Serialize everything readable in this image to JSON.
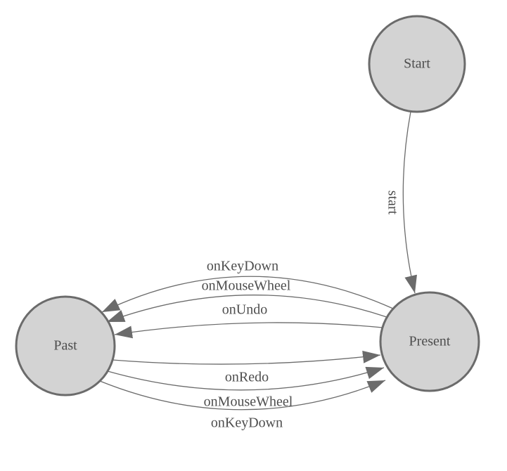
{
  "diagram": {
    "type": "state-machine",
    "colors": {
      "node_fill": "#d3d3d3",
      "node_stroke": "#6b6b6b",
      "edge_stroke": "#6b6b6b",
      "arrow_fill": "#6b6b6b",
      "label_text": "#4e4e4e",
      "background_color": "#ffffff"
    },
    "nodes": [
      {
        "id": "start",
        "label": "Start"
      },
      {
        "id": "present",
        "label": "Present"
      },
      {
        "id": "past",
        "label": "Past"
      }
    ],
    "edges": [
      {
        "from": "start",
        "to": "present",
        "label": "start"
      },
      {
        "from": "present",
        "to": "past",
        "label": "onKeyDown"
      },
      {
        "from": "present",
        "to": "past",
        "label": "onMouseWheel"
      },
      {
        "from": "present",
        "to": "past",
        "label": "onUndo"
      },
      {
        "from": "past",
        "to": "present",
        "label": "onRedo"
      },
      {
        "from": "past",
        "to": "present",
        "label": "onMouseWheel"
      },
      {
        "from": "past",
        "to": "present",
        "label": "onKeyDown"
      }
    ]
  }
}
